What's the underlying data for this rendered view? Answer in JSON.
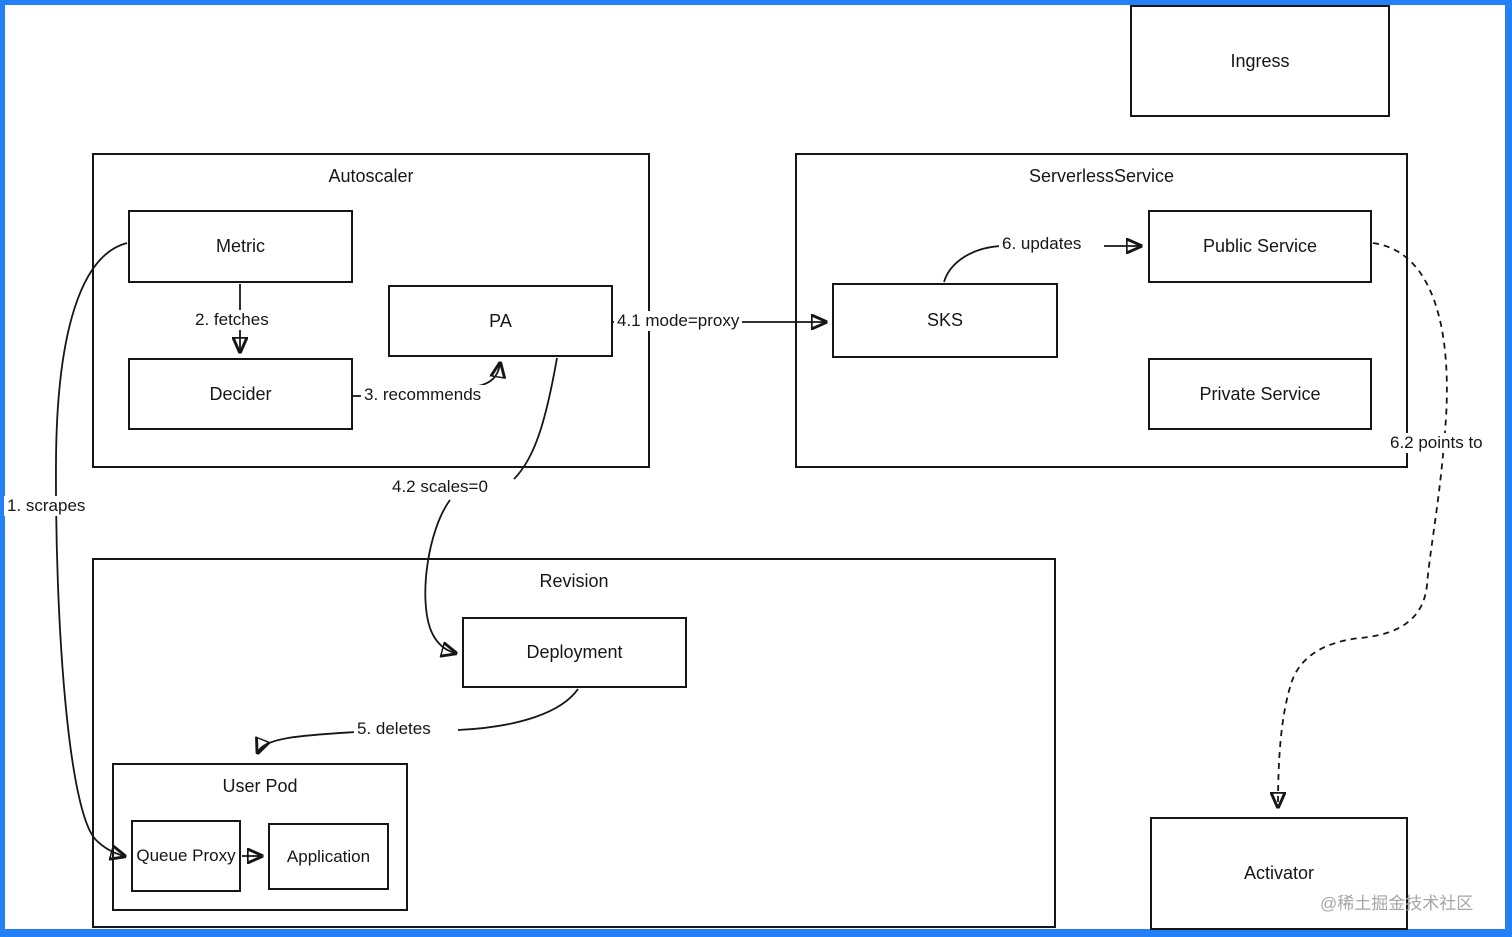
{
  "diagram": {
    "line_color": "#161616",
    "frame_color": "#2380f7",
    "background": "#ffffff"
  },
  "containers": {
    "autoscaler": {
      "label": "Autoscaler"
    },
    "serverless_service": {
      "label": "ServerlessService"
    },
    "revision": {
      "label": "Revision"
    },
    "user_pod": {
      "label": "User Pod"
    }
  },
  "nodes": {
    "ingress": {
      "label": "Ingress"
    },
    "metric": {
      "label": "Metric"
    },
    "decider": {
      "label": "Decider"
    },
    "pa": {
      "label": "PA"
    },
    "sks": {
      "label": "SKS"
    },
    "public_service": {
      "label": "Public Service"
    },
    "private_service": {
      "label": "Private Service"
    },
    "deployment": {
      "label": "Deployment"
    },
    "queue_proxy": {
      "label": "Queue Proxy"
    },
    "application": {
      "label": "Application"
    },
    "activator": {
      "label": "Activator"
    }
  },
  "edges": {
    "scrapes": {
      "label": "1. scrapes",
      "from": "metric",
      "to": "queue_proxy"
    },
    "fetches": {
      "label": "2. fetches",
      "from": "metric",
      "to": "decider"
    },
    "recommends": {
      "label": "3. recommends",
      "from": "decider",
      "to": "pa"
    },
    "mode_proxy": {
      "label": "4.1 mode=proxy",
      "from": "pa",
      "to": "sks"
    },
    "scales_zero": {
      "label": "4.2 scales=0",
      "from": "pa",
      "to": "deployment"
    },
    "deletes": {
      "label": "5. deletes",
      "from": "deployment",
      "to": "user_pod"
    },
    "updates": {
      "label": "6. updates",
      "from": "sks",
      "to": "public_service"
    },
    "points_to": {
      "label": "6.2 points to",
      "from": "public_service",
      "to": "activator"
    }
  },
  "watermark": {
    "text": "@稀土掘金技术社区"
  }
}
